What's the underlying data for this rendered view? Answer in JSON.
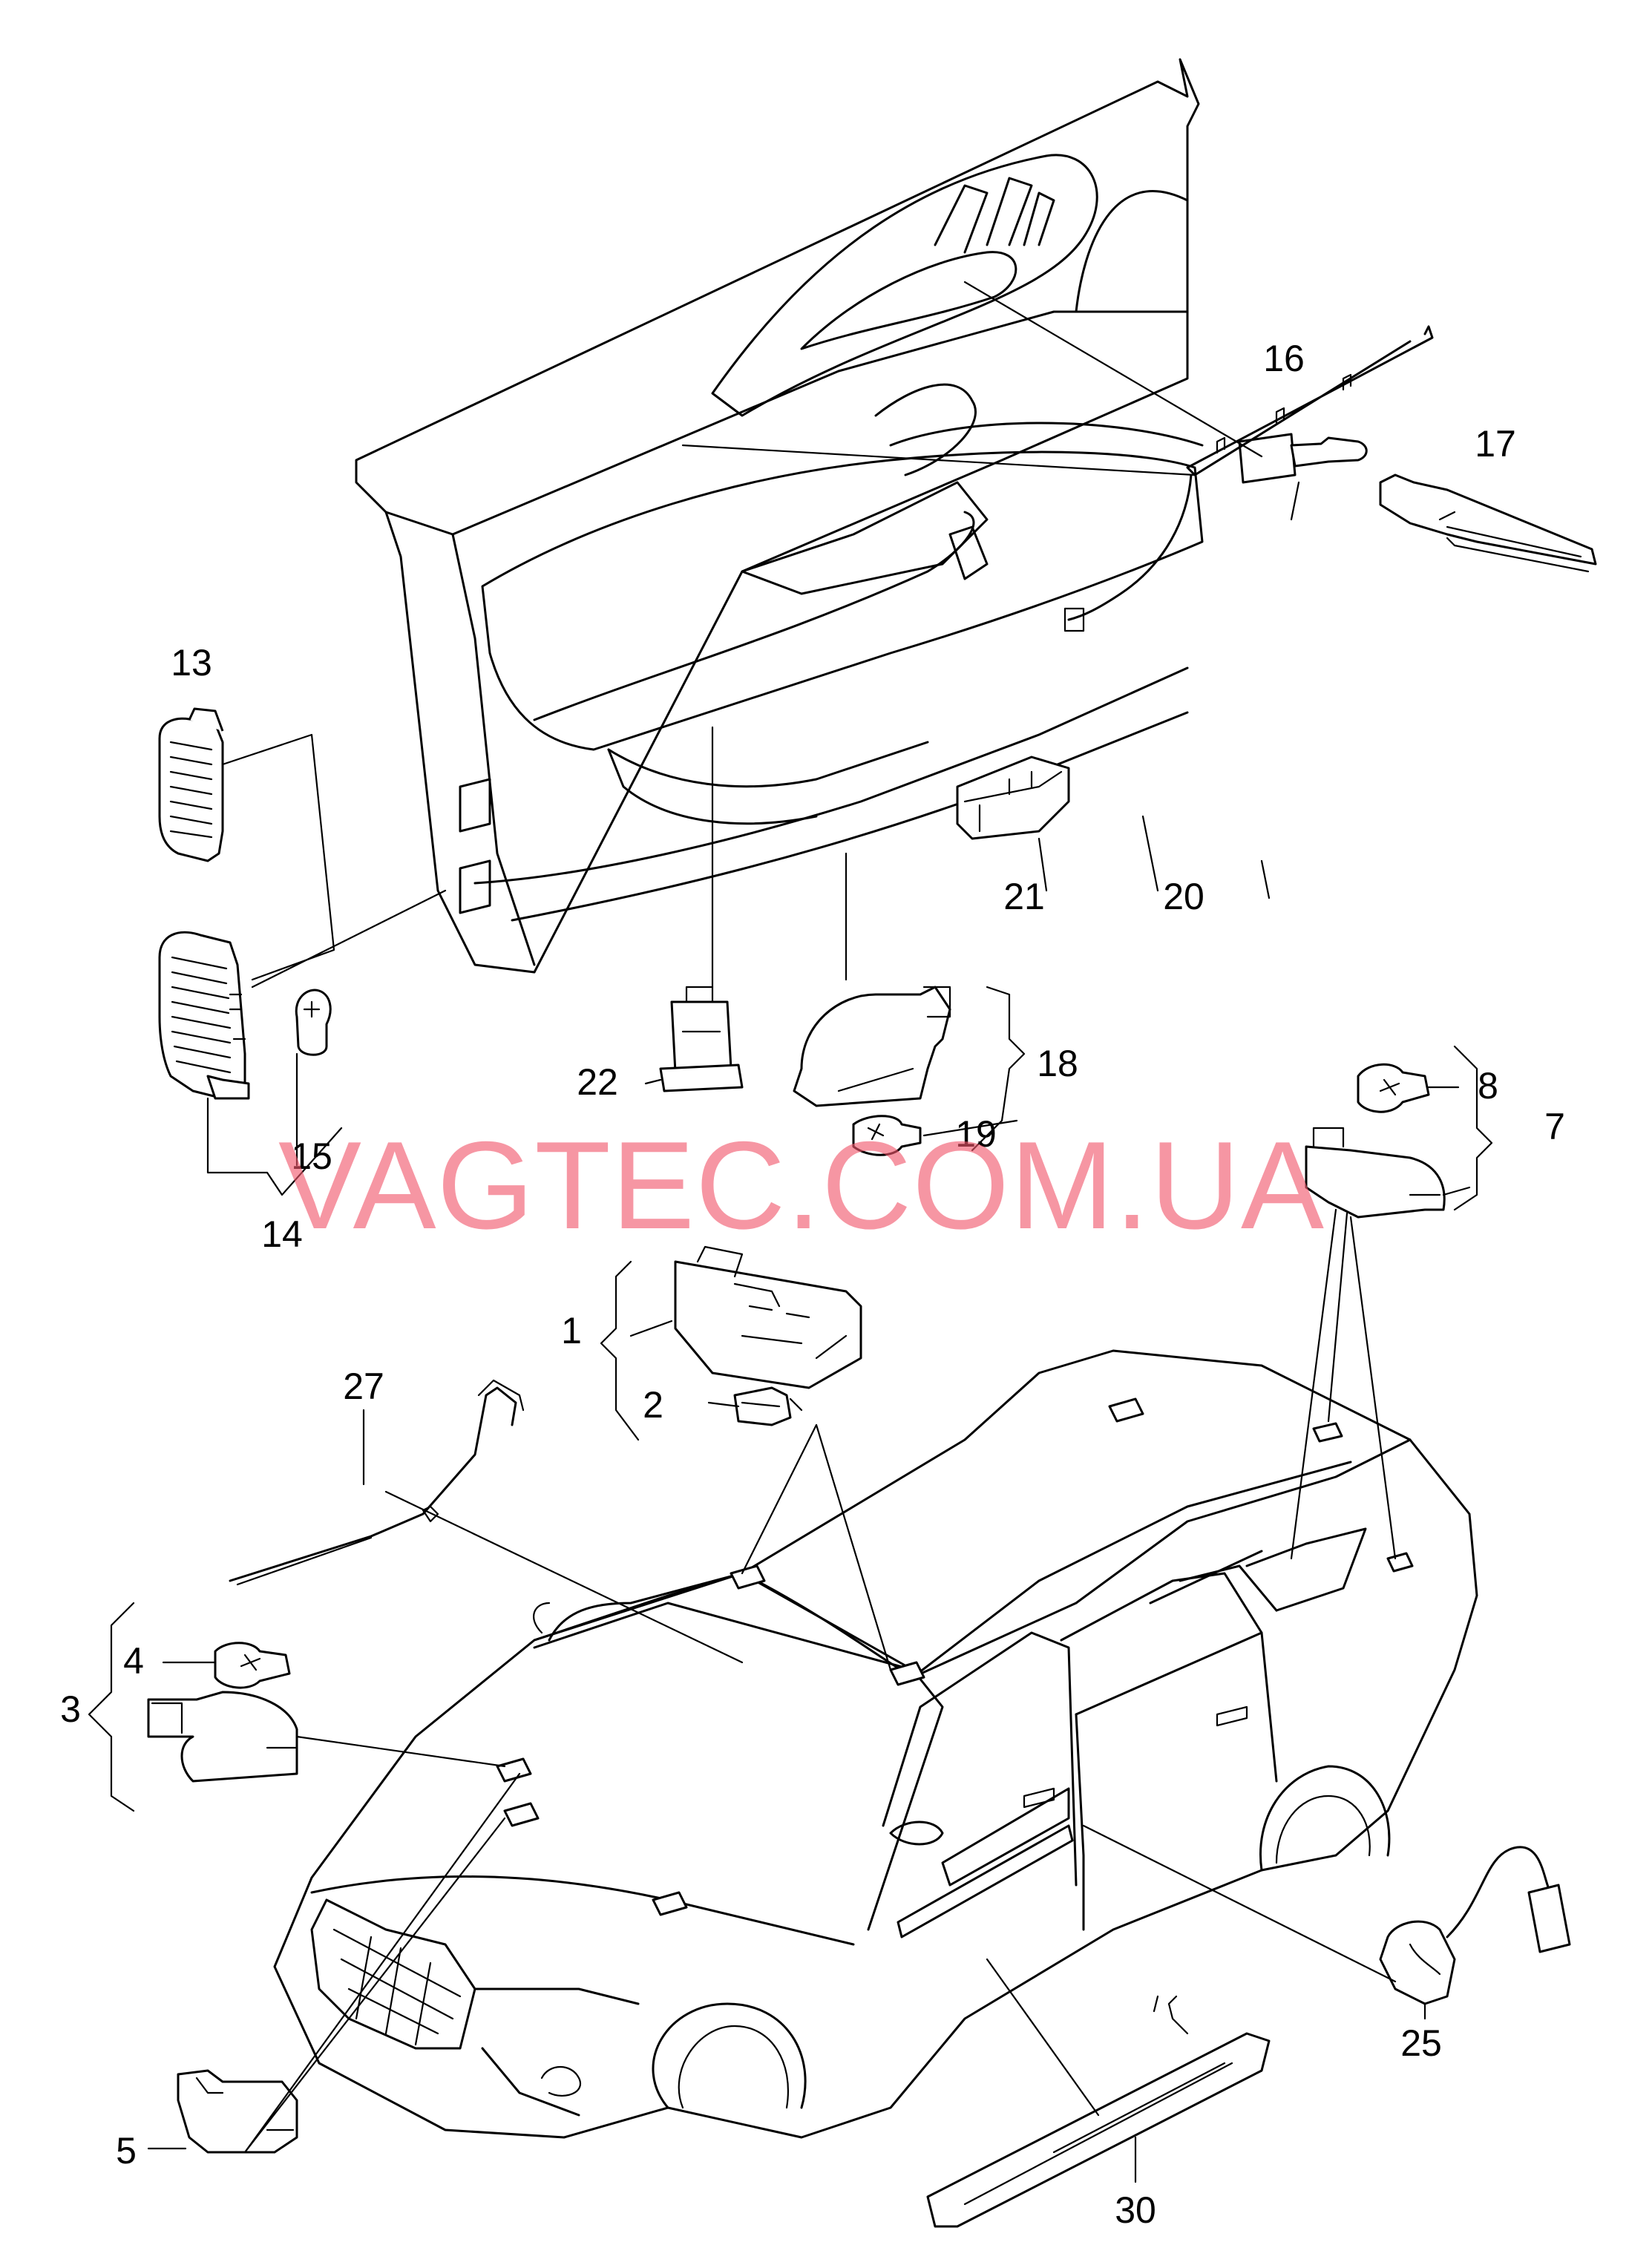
{
  "watermark": "VAGTEC.COM.UA",
  "colors": {
    "watermark": "#f0566a",
    "line": "#000000",
    "background": "#ffffff"
  },
  "labels": {
    "p1": "1",
    "p2": "2",
    "p3": "3",
    "p4": "4",
    "p5": "5",
    "p7": "7",
    "p8": "8",
    "p13": "13",
    "p14": "14",
    "p15": "15",
    "p16": "16",
    "p17": "17",
    "p18": "18",
    "p19": "19",
    "p20": "20",
    "p21": "21",
    "p22": "22",
    "p25": "25",
    "p27": "27",
    "p30": "30"
  }
}
